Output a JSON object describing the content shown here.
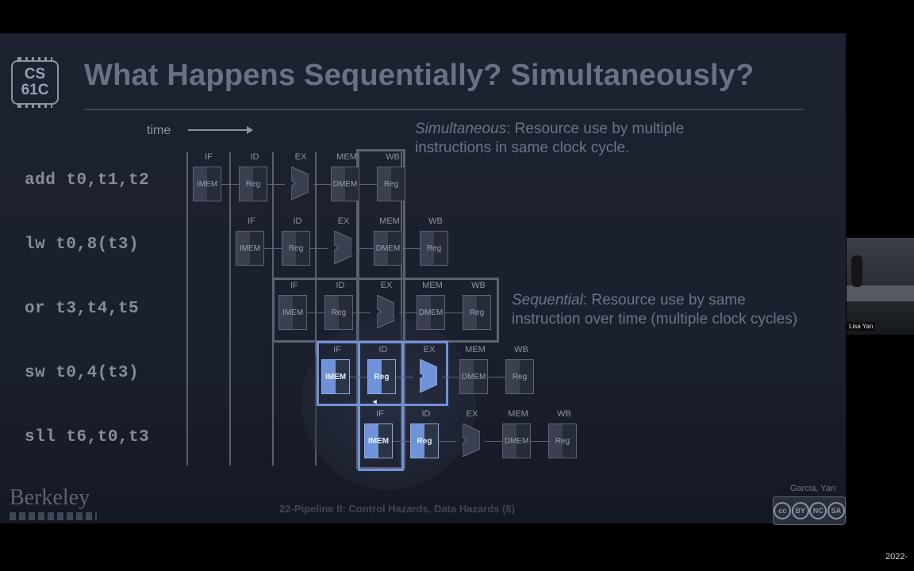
{
  "slide": {
    "logo_line1": "CS",
    "logo_line2": "61C",
    "title": "What Happens Sequentially? Simultaneously?",
    "time_label": "time",
    "callout_simultaneous_em": "Simultaneous",
    "callout_simultaneous_rest": ": Resource use by multiple",
    "callout_simultaneous_line2": "instructions in same clock cycle.",
    "callout_sequential_em": "Sequential",
    "callout_sequential_rest": ": Resource use by same",
    "callout_sequential_line2": "instruction over time (multiple clock cycles)",
    "instructions": [
      "add t0,t1,t2",
      "lw t0,8(t3)",
      "or t3,t4,t5",
      "sw t0,4(t3)",
      "sll t6,t0,t3"
    ],
    "stages": [
      "IF",
      "ID",
      "EX",
      "MEM",
      "WB"
    ],
    "units": {
      "imem": "IMEM",
      "reg": "Reg",
      "alu": "ALU",
      "dmem": "DMEM"
    },
    "footer": "22-Pipeline II: Control Hazards, Data Hazards (8)",
    "institution": "Berkeley",
    "authors": "Garcia, Yan",
    "license": [
      "cc",
      "BY",
      "NC",
      "SA"
    ]
  },
  "video": {
    "participant_name": "Lisa Yan"
  },
  "corner_text": "2022-",
  "colors": {
    "background": "#1d2231",
    "highlight": "#6f92d8",
    "title": "#6a7184"
  }
}
